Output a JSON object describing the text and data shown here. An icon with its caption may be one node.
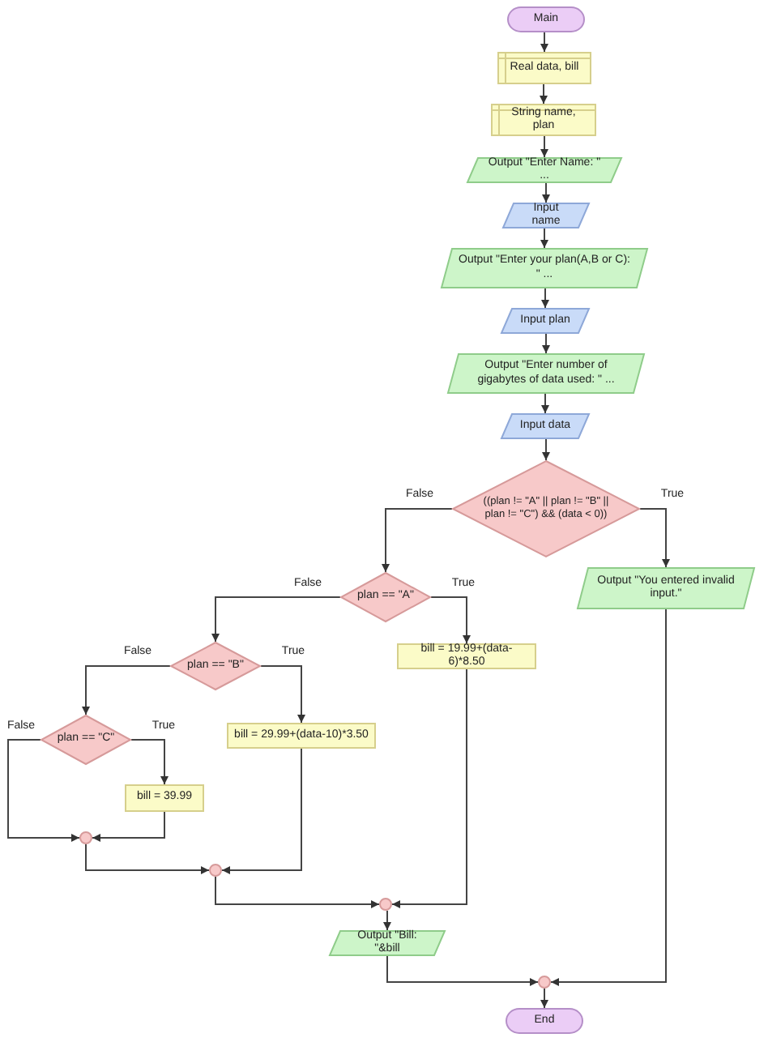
{
  "diagram": {
    "nodes": [
      {
        "text": [
          "Main"
        ]
      },
      {
        "text": [
          "Real data, bill"
        ]
      },
      {
        "text": [
          "String name, plan"
        ]
      },
      {
        "text": [
          "Output \"Enter Name: \" ..."
        ]
      },
      {
        "text": [
          "Input name"
        ]
      },
      {
        "text": [
          "Output \"Enter your plan(A,B or C): \" ..."
        ]
      },
      {
        "text": [
          "Input plan"
        ]
      },
      {
        "text": [
          "Output \"Enter number of gigabytes of data used: \" ..."
        ]
      },
      {
        "text": [
          "Input data"
        ]
      },
      {
        "text": [
          "((plan != \"A\" || plan != \"B\" || plan != \"C\") && (data < 0))"
        ]
      },
      {
        "text": [
          "Output \"You entered invalid input.\""
        ]
      },
      {
        "text": [
          "plan == \"A\""
        ]
      },
      {
        "text": [
          "bill = 19.99+(data-6)*8.50"
        ]
      },
      {
        "text": [
          "plan == \"B\""
        ]
      },
      {
        "text": [
          "bill = 29.99+(data-10)*3.50"
        ]
      },
      {
        "text": [
          "plan == \"C\""
        ]
      },
      {
        "text": [
          "bill = 39.99"
        ]
      },
      {
        "text": [],
        "shape": "circle"
      },
      {
        "text": [],
        "shape": "circle"
      },
      {
        "text": [],
        "shape": "circle"
      },
      {
        "text": [
          "Output \"Bill: \"&bill"
        ]
      },
      {
        "text": [],
        "shape": "circle"
      },
      {
        "text": [
          "End"
        ]
      }
    ],
    "edges": [
      {
        "from": 0,
        "to": 1,
        "arrow": "to"
      },
      {
        "from": 1,
        "to": 2,
        "arrow": "to"
      },
      {
        "from": 2,
        "to": 3,
        "arrow": "to"
      },
      {
        "from": 3,
        "to": 4,
        "arrow": "to"
      },
      {
        "from": 4,
        "to": 5,
        "arrow": "to"
      },
      {
        "from": 5,
        "to": 6,
        "arrow": "to"
      },
      {
        "from": 6,
        "to": 7,
        "arrow": "to"
      },
      {
        "from": 7,
        "to": 8,
        "arrow": "to"
      },
      {
        "from": 8,
        "to": 9,
        "arrow": "to"
      },
      {
        "from": 9,
        "to": 11,
        "arrow": "to",
        "label": "False"
      },
      {
        "from": 9,
        "to": 10,
        "arrow": "to",
        "label": "True"
      },
      {
        "from": 10,
        "to": 21,
        "arrow": "to"
      },
      {
        "from": 11,
        "to": 13,
        "arrow": "to",
        "label": "False"
      },
      {
        "from": 11,
        "to": 12,
        "arrow": "to",
        "label": "True"
      },
      {
        "from": 12,
        "to": 19,
        "arrow": "to"
      },
      {
        "from": 13,
        "to": 15,
        "arrow": "to",
        "label": "False"
      },
      {
        "from": 13,
        "to": 14,
        "arrow": "to",
        "label": "True"
      },
      {
        "from": 14,
        "to": 18,
        "arrow": "to"
      },
      {
        "from": 15,
        "to": 17,
        "arrow": "to",
        "label": "False"
      },
      {
        "from": 15,
        "to": 16,
        "arrow": "to",
        "label": "True"
      },
      {
        "from": 16,
        "to": 17,
        "arrow": "to"
      },
      {
        "from": 17,
        "to": 18,
        "arrow": "to"
      },
      {
        "from": 18,
        "to": 19,
        "arrow": "to"
      },
      {
        "from": 19,
        "to": 20,
        "arrow": "to"
      },
      {
        "from": 20,
        "to": 21,
        "arrow": "to"
      },
      {
        "from": 21,
        "to": 22,
        "arrow": "to"
      }
    ]
  }
}
